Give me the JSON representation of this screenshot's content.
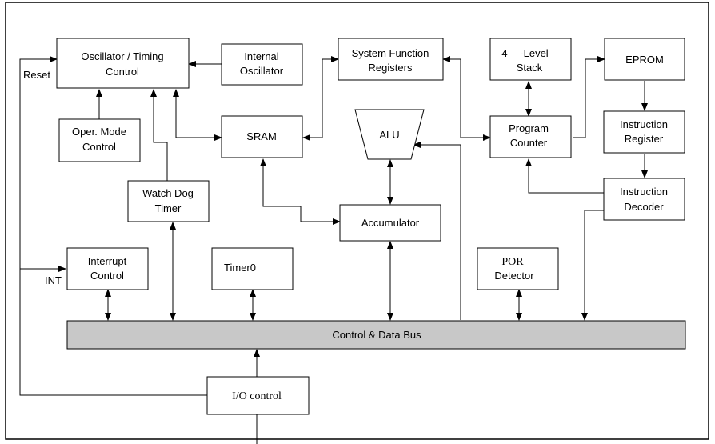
{
  "diagram": {
    "blocks": {
      "osc_timing": [
        "Oscillator / Timing",
        "Control"
      ],
      "internal_osc": [
        "Internal",
        "Oscillator"
      ],
      "sys_func": [
        "System Function",
        "Registers"
      ],
      "stack_num": "4",
      "stack": [
        "-Level",
        "Stack"
      ],
      "eprom": "EPROM",
      "oper_mode": [
        "Oper. Mode",
        "Control"
      ],
      "sram": "SRAM",
      "alu": "ALU",
      "prog_counter": [
        "Program",
        "Counter"
      ],
      "instr_register": [
        "Instruction",
        "Register"
      ],
      "watchdog": [
        "Watch Dog",
        "Timer"
      ],
      "instr_decoder": [
        "Instruction",
        "Decoder"
      ],
      "accumulator": "Accumulator",
      "interrupt": [
        "Interrupt",
        "Control"
      ],
      "timer0": "Timer0",
      "por": [
        "POR",
        "Detector"
      ],
      "bus": "Control & Data Bus",
      "io": "I/O control"
    },
    "signals": {
      "reset": "Reset",
      "int": "INT"
    }
  }
}
